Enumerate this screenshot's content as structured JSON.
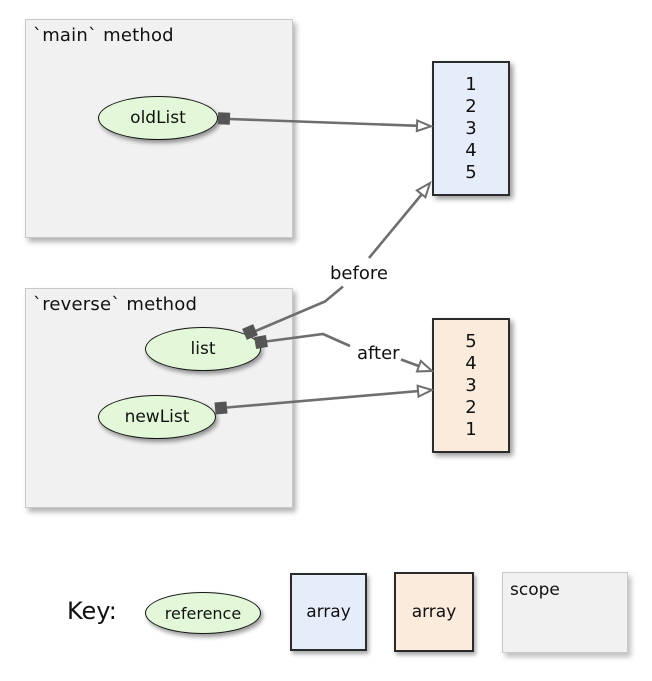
{
  "colors": {
    "scope_fill": "#f1f1f1",
    "scope_border": "#c9c9c9",
    "reference_fill": "#e3f8d8",
    "array_blue_fill": "#e6edfa",
    "array_orange_fill": "#fbebdc",
    "array_border": "#2b2b2b",
    "arrow_gray": "#6e6e6e",
    "connector_gray": "#555555",
    "text": "#111111"
  },
  "main_scope": {
    "title": "`main` method",
    "reference": {
      "label": "oldList"
    }
  },
  "reverse_scope": {
    "title": "`reverse` method",
    "references": {
      "list": {
        "label": "list"
      },
      "newList": {
        "label": "newList"
      }
    }
  },
  "arrays": {
    "before": {
      "values": [
        1,
        2,
        3,
        4,
        5
      ]
    },
    "after": {
      "values": [
        5,
        4,
        3,
        2,
        1
      ]
    }
  },
  "annotations": {
    "before": "before",
    "after": "after"
  },
  "key": {
    "label": "Key:",
    "reference": "reference",
    "array_blue": "array",
    "array_orange": "array",
    "scope": "scope"
  }
}
